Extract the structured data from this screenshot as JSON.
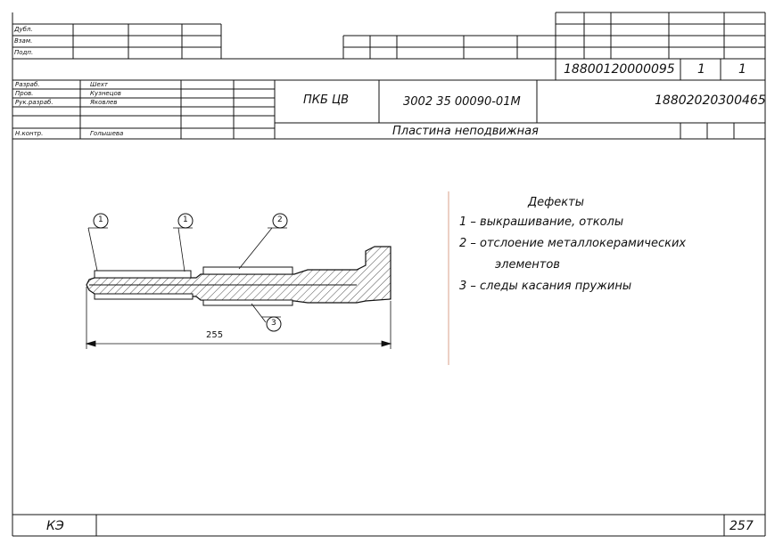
{
  "stamp_left": {
    "rows": [
      "Дубл.",
      "Взам.",
      "Подп."
    ]
  },
  "header_strip": {
    "number": "18800120000095",
    "sheet": "1",
    "sheets": "1"
  },
  "roles": [
    {
      "role": "Разраб.",
      "name": "Шехт"
    },
    {
      "role": "Пров.",
      "name": "Кузнецов"
    },
    {
      "role": "Рук.разраб.",
      "name": "Яковлев"
    },
    {
      "role": "",
      "name": ""
    },
    {
      "role": "Н.контр.",
      "name": "Голышева"
    }
  ],
  "title_block": {
    "org": "ПКБ ЦВ",
    "designation": "3002 35 00090-01М",
    "doc_code": "18802020300465",
    "part_name": "Пластина неподвижная"
  },
  "drawing": {
    "callouts": [
      "1",
      "1",
      "2",
      "3"
    ],
    "dimension": "255"
  },
  "defects": {
    "title": "Дефекты",
    "items": [
      "1 – выкрашивание, отколы",
      "2 – отслоение металлокерамических",
      "элементов",
      "3 – следы касания пружины"
    ]
  },
  "footer": {
    "doc_type": "КЭ",
    "page": "257"
  }
}
